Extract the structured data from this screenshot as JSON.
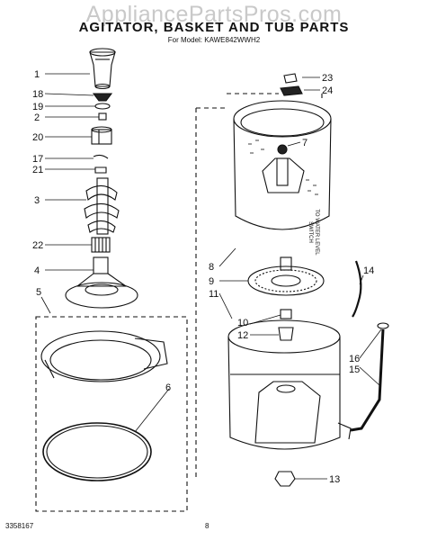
{
  "watermark": "AppliancePartsPros.com",
  "title": "AGITATOR, BASKET AND TUB PARTS",
  "model": "For Model: KAWE842WWH2",
  "doc_number": "3358167",
  "page_number": "8",
  "switch_note": "TO WATER LEVEL\nSWITCH",
  "callouts": [
    "1",
    "18",
    "19",
    "2",
    "20",
    "17",
    "21",
    "3",
    "22",
    "4",
    "5",
    "6",
    "23",
    "24",
    "7",
    "8",
    "9",
    "11",
    "10",
    "12",
    "14",
    "16",
    "15",
    "13"
  ]
}
